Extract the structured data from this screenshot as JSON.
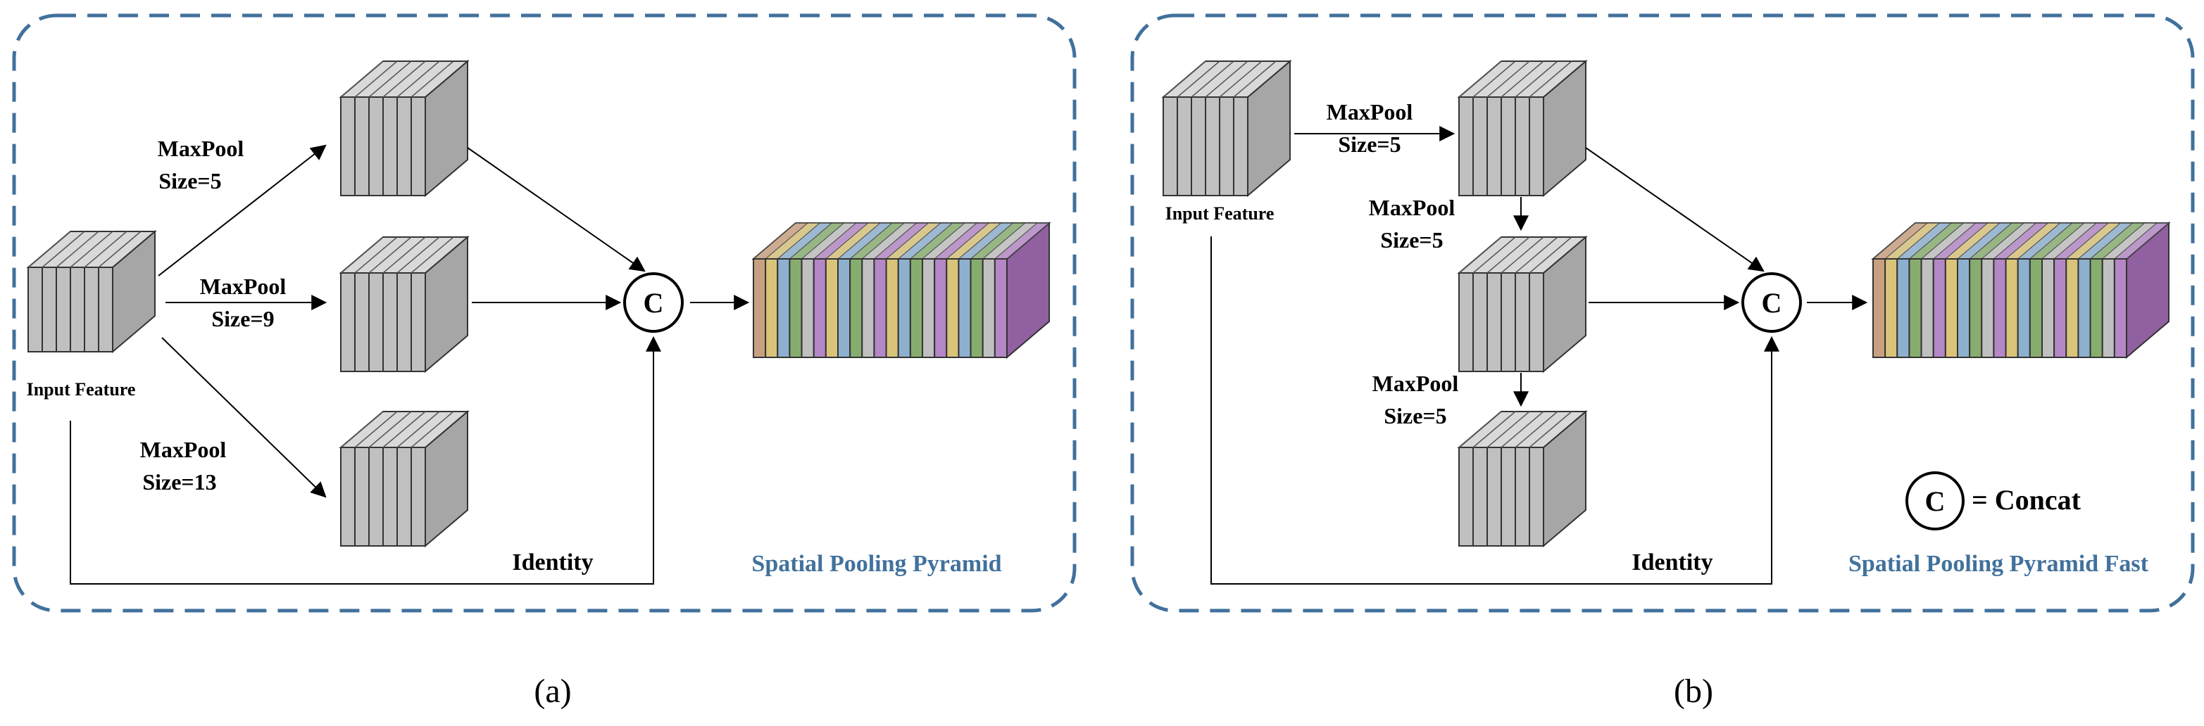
{
  "panel_a": {
    "input_label": "Input Feature",
    "branch1": {
      "line1": "MaxPool",
      "line2": "Size=5"
    },
    "branch2": {
      "line1": "MaxPool",
      "line2": "Size=9"
    },
    "branch3": {
      "line1": "MaxPool",
      "line2": "Size=13"
    },
    "concat_symbol": "C",
    "identity_label": "Identity",
    "title": "Spatial Pooling Pyramid",
    "caption": "(a)"
  },
  "panel_b": {
    "input_label": "Input Feature",
    "step1": {
      "line1": "MaxPool",
      "line2": "Size=5"
    },
    "step2": {
      "line1": "MaxPool",
      "line2": "Size=5"
    },
    "step3": {
      "line1": "MaxPool",
      "line2": "Size=5"
    },
    "concat_symbol": "C",
    "identity_label": "Identity",
    "legend_symbol": "C",
    "legend_text": "= Concat",
    "title": "Spatial Pooling Pyramid Fast",
    "caption": "(b)"
  },
  "colors": {
    "border": "#41719c",
    "block_face": "#c0c0c0",
    "block_top": "#d9d9d9",
    "block_side": "#a6a6a6",
    "concat_strips": [
      "#c9a07f",
      "#d9c47a",
      "#8eb0cf",
      "#87ad6e",
      "#c0c0c0",
      "#b487c6",
      "#d9c47a",
      "#8eb0cf",
      "#87ad6e",
      "#c0c0c0",
      "#b487c6",
      "#d9c47a",
      "#8eb0cf",
      "#87ad6e",
      "#c0c0c0",
      "#b487c6",
      "#d9c47a",
      "#8eb0cf",
      "#87ad6e",
      "#c0c0c0",
      "#b487c6"
    ],
    "concat_side": "#9060a0"
  }
}
